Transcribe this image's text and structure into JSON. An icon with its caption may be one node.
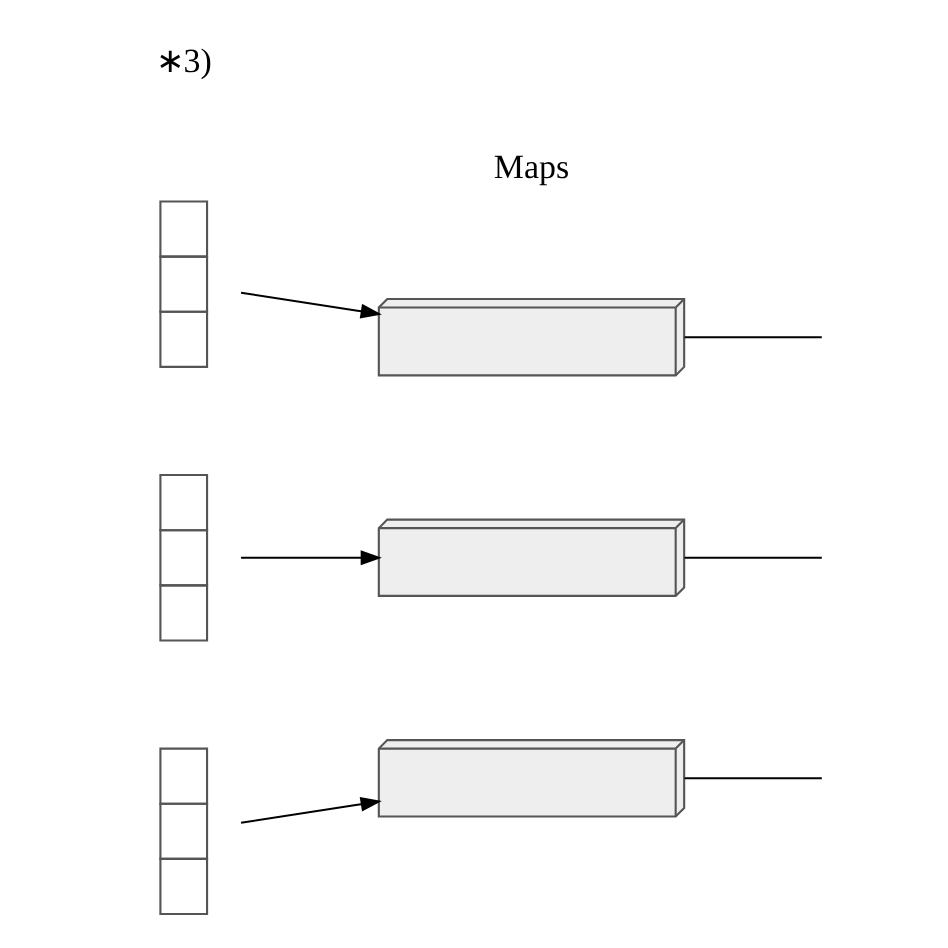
{
  "diagram": {
    "nodes": [
      {
        "text": [],
        "shape": "box"
      },
      {
        "text": [],
        "shape": "box"
      },
      {
        "text": [],
        "shape": "box"
      },
      {
        "text": [],
        "shape": "slab"
      },
      {
        "text": [],
        "shape": "slab"
      },
      {
        "text": [],
        "shape": "slab"
      }
    ],
    "edges": [
      {
        "from": 0,
        "to": 3,
        "arrow": "to"
      },
      {
        "from": 1,
        "to": 4,
        "arrow": "to"
      },
      {
        "from": 2,
        "to": 5,
        "arrow": "to"
      },
      {
        "from": 3,
        "to": null,
        "arrow": "none"
      },
      {
        "from": 4,
        "to": null,
        "arrow": "none"
      },
      {
        "from": 5,
        "to": null,
        "arrow": "none"
      }
    ],
    "labels": [
      "∗3)",
      "Maps"
    ]
  }
}
